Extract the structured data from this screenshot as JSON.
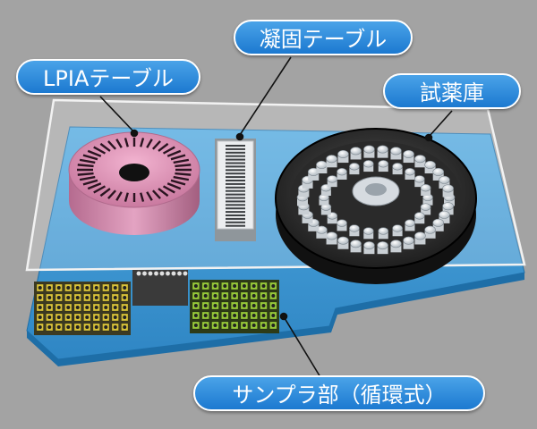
{
  "labels": {
    "lpia_table": "LPIAテーブル",
    "coagulation_table": "凝固テーブル",
    "reagent_storage": "試薬庫",
    "sampler": "サンプラ部（循環式）"
  },
  "colors": {
    "background": "#a3a3a3",
    "base_plate": "#3d9ad6",
    "callout_fill": "#2a8ae0",
    "callout_border": "#ffffff",
    "lpia_disc": "#d98ab0",
    "reagent_tray": "#222222",
    "rack_yellow": "#d8c23a",
    "rack_green": "#97c93a"
  },
  "icons": {
    "lpia": "turntable-icon",
    "coagulation": "cuvette-strip-icon",
    "reagent": "reagent-carousel-icon",
    "sampler": "sample-rack-icon"
  }
}
